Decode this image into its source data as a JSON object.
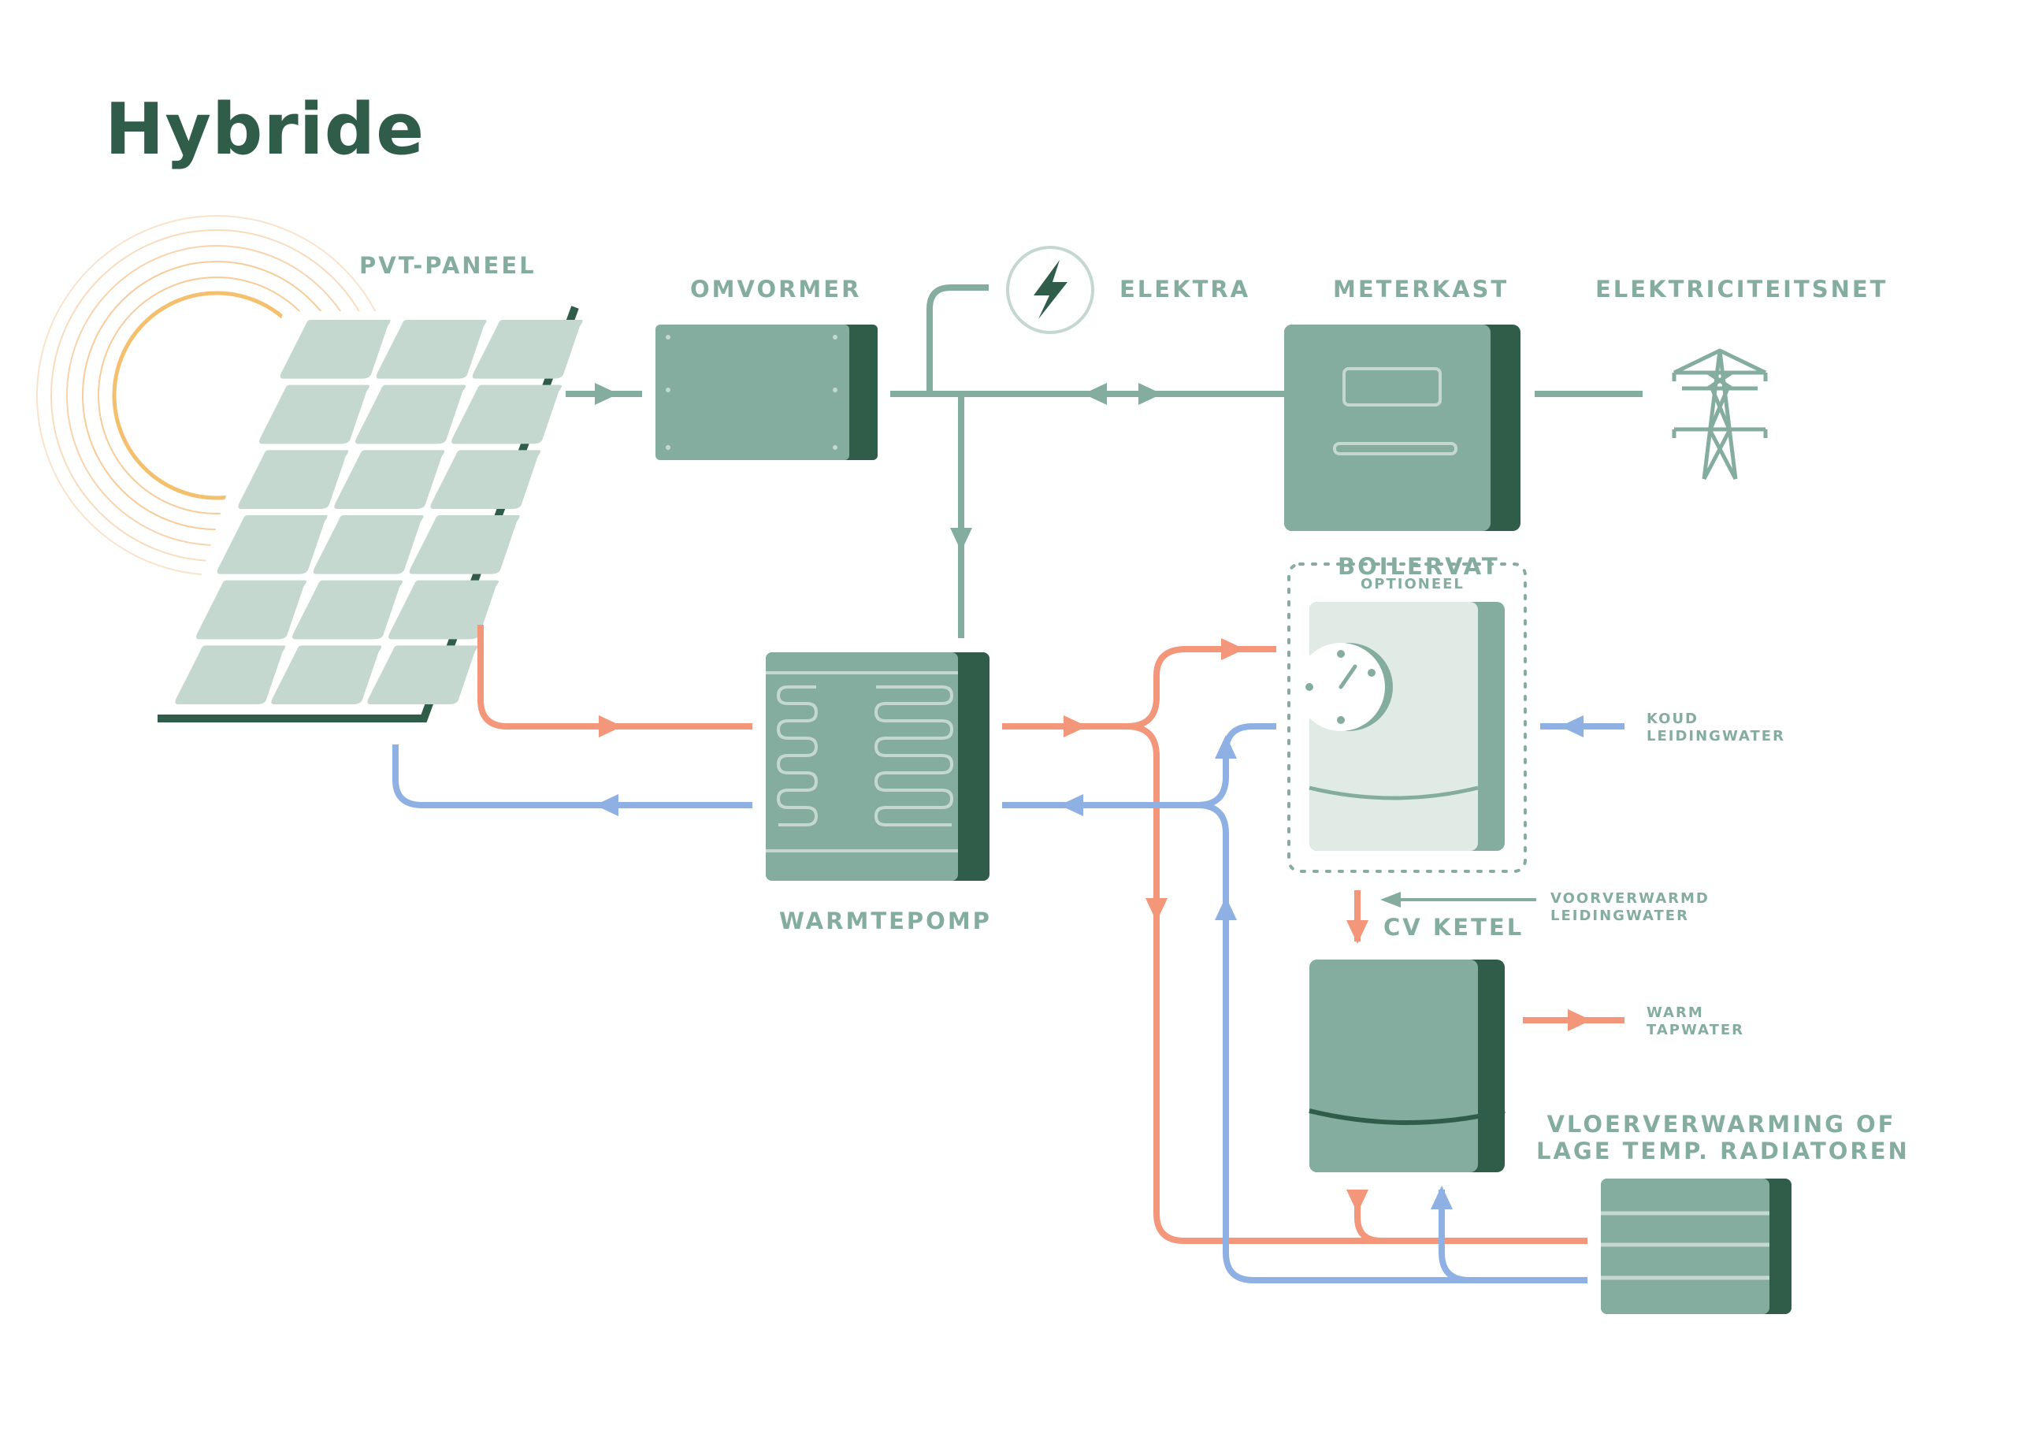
{
  "title": "Hybride",
  "labels": {
    "pvt_paneel": "PVT-PANEEL",
    "omvormer": "OMVORMER",
    "elektra": "ELEKTRA",
    "meterkast": "METERKAST",
    "elektriciteitsnet": "ELEKTRICITEITSNET",
    "boilervat": "BOILERVAT",
    "optioneel": "OPTIONEEL",
    "warmtepomp": "WARMTEPOMP",
    "cv_ketel": "CV KETEL",
    "koud_1": "KOUD",
    "koud_2": "LEIDINGWATER",
    "voorverwarmd_1": "VOORVERWARMD",
    "voorverwarmd_2": "LEIDINGWATER",
    "warm_1": "WARM",
    "warm_2": "TAPWATER",
    "vloer_1": "VLOERVERWARMING OF",
    "vloer_2": "LAGE TEMP. RADIATOREN"
  },
  "colors": {
    "dark_green": "#2f5d4a",
    "green": "#85ad9f",
    "light_green": "#c4d8cf",
    "pale_green": "#e1ebe6",
    "hot": "#f3967a",
    "cold": "#8fb0e3",
    "sun": "#f5c06e"
  },
  "icons": [
    "sun-icon",
    "lightning-icon",
    "power-pylon-icon"
  ]
}
